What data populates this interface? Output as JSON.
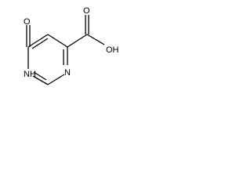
{
  "molecule": {
    "atoms": {
      "oxo_oxygen": "O",
      "ring_nh": "NH",
      "ring_n": "N",
      "carbonyl_oxygen": "O",
      "hydroxyl": "OH"
    }
  },
  "colors": {
    "bond": "#000000",
    "label": "#000000",
    "background": "#ffffff"
  }
}
